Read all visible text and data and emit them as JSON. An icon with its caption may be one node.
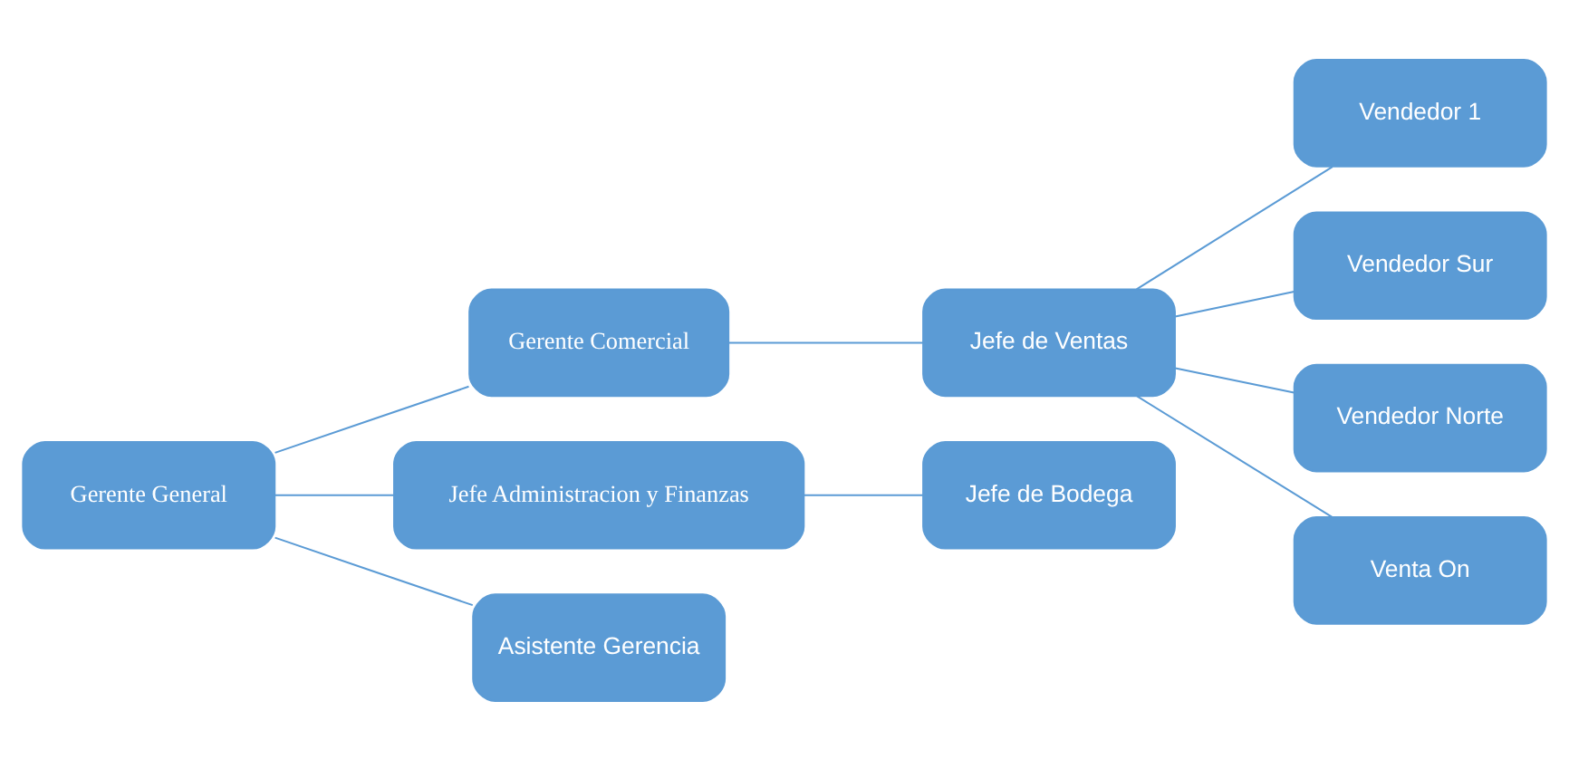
{
  "diagram": {
    "nodes": [
      {
        "text": [
          "Gerente General"
        ]
      },
      {
        "text": [
          "Gerente Comercial"
        ]
      },
      {
        "text": [
          "Jefe de Ventas"
        ]
      },
      {
        "text": [
          "Vendedor 1"
        ]
      },
      {
        "text": [
          "Vendedor Sur"
        ]
      },
      {
        "text": [
          "Vendedor Norte"
        ]
      },
      {
        "text": [
          "Venta On"
        ]
      },
      {
        "text": [
          "Jefe Administracion y Finanzas"
        ]
      },
      {
        "text": [
          "Jefe de Bodega"
        ]
      },
      {
        "text": [
          "Asistente Gerencia"
        ]
      }
    ],
    "edges": [
      {
        "from": 0,
        "to": 1,
        "arrow": "none"
      },
      {
        "from": 1,
        "to": 2,
        "arrow": "none"
      },
      {
        "from": 2,
        "to": 3,
        "arrow": "none"
      },
      {
        "from": 2,
        "to": 4,
        "arrow": "none"
      },
      {
        "from": 2,
        "to": 5,
        "arrow": "none"
      },
      {
        "from": 2,
        "to": 6,
        "arrow": "none"
      },
      {
        "from": 0,
        "to": 7,
        "arrow": "none"
      },
      {
        "from": 7,
        "to": 8,
        "arrow": "none"
      },
      {
        "from": 0,
        "to": 9,
        "arrow": "none"
      }
    ]
  }
}
